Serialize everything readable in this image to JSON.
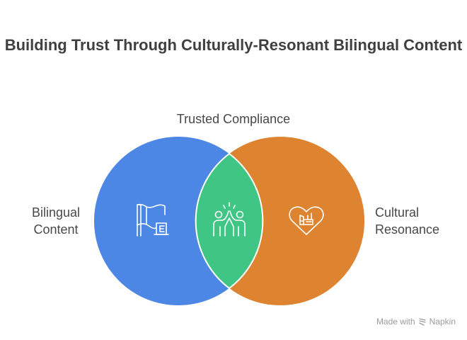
{
  "title": "Building Trust Through Culturally-Resonant Bilingual Content",
  "sets": [
    {
      "name": "Bilingual Content",
      "label_lines": [
        "Bilingual",
        "Content"
      ],
      "color": "#4d87e5",
      "icon": "map-flag-language-icon"
    },
    {
      "name": "Cultural Resonance",
      "label_lines": [
        "Cultural",
        "Resonance"
      ],
      "color": "#de8330",
      "icon": "heart-building-icon"
    }
  ],
  "intersection": {
    "name": "Trusted Compliance",
    "color": "#3fc584",
    "icon": "high-five-icon"
  },
  "watermark": {
    "prefix": "Made with",
    "brand": "Napkin"
  }
}
